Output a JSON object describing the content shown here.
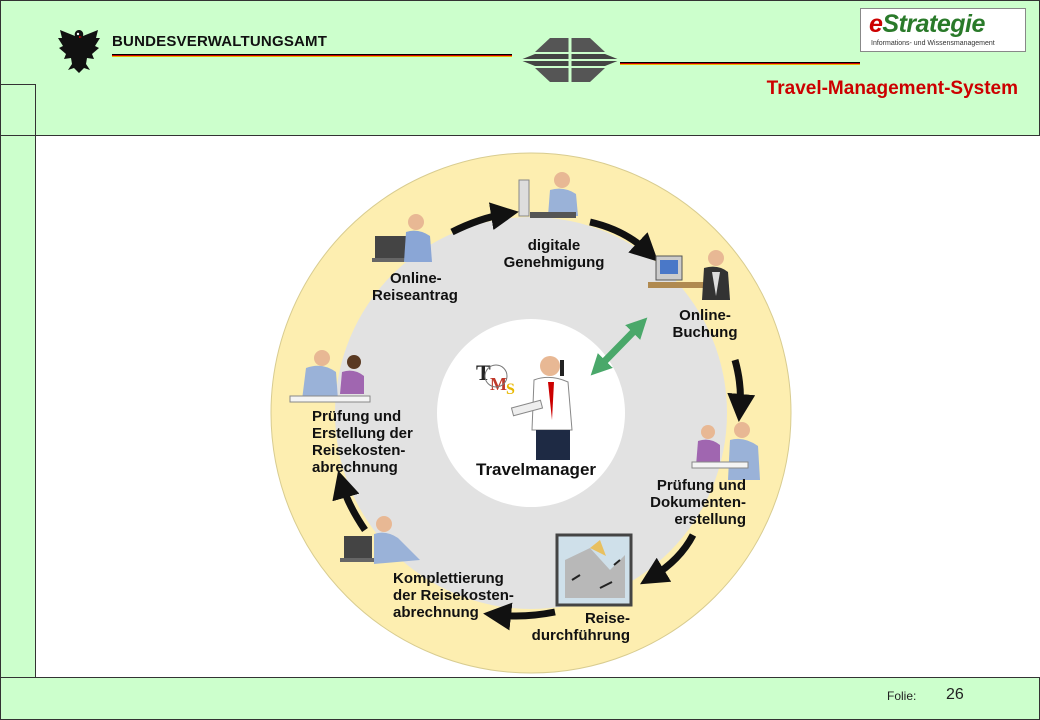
{
  "header": {
    "agency": "BUNDESVERWALTUNGSAMT",
    "brand_title_e": "e",
    "brand_title_rest": "Strategie",
    "brand_subtitle": "Informations- und Wissensmanagement",
    "system_title": "Travel-Management-System"
  },
  "diagram": {
    "center_label": "Travelmanager",
    "center_logo": "TMS",
    "steps": [
      {
        "label_lines": [
          "Online-",
          "Reiseantrag"
        ]
      },
      {
        "label_lines": [
          "digitale",
          "Genehmigung"
        ]
      },
      {
        "label_lines": [
          "Online-",
          "Buchung"
        ]
      },
      {
        "label_lines": [
          "Prüfung und",
          "Dokumenten-",
          "erstellung"
        ]
      },
      {
        "label_lines": [
          "Reise-",
          "durchführung"
        ]
      },
      {
        "label_lines": [
          "Komplettierung",
          "der Reisekosten-",
          "abrechnung"
        ]
      },
      {
        "label_lines": [
          "Prüfung und",
          "Erstellung der",
          "Reisekosten-",
          "abrechnung"
        ]
      }
    ],
    "colors": {
      "outer_ring": "#fdeeb0",
      "inner_ring": "#e0e0e0",
      "center": "#ffffff",
      "double_arrow": "#4aa86a"
    }
  },
  "footer": {
    "folie_label": "Folie:",
    "folie_number": "26"
  }
}
